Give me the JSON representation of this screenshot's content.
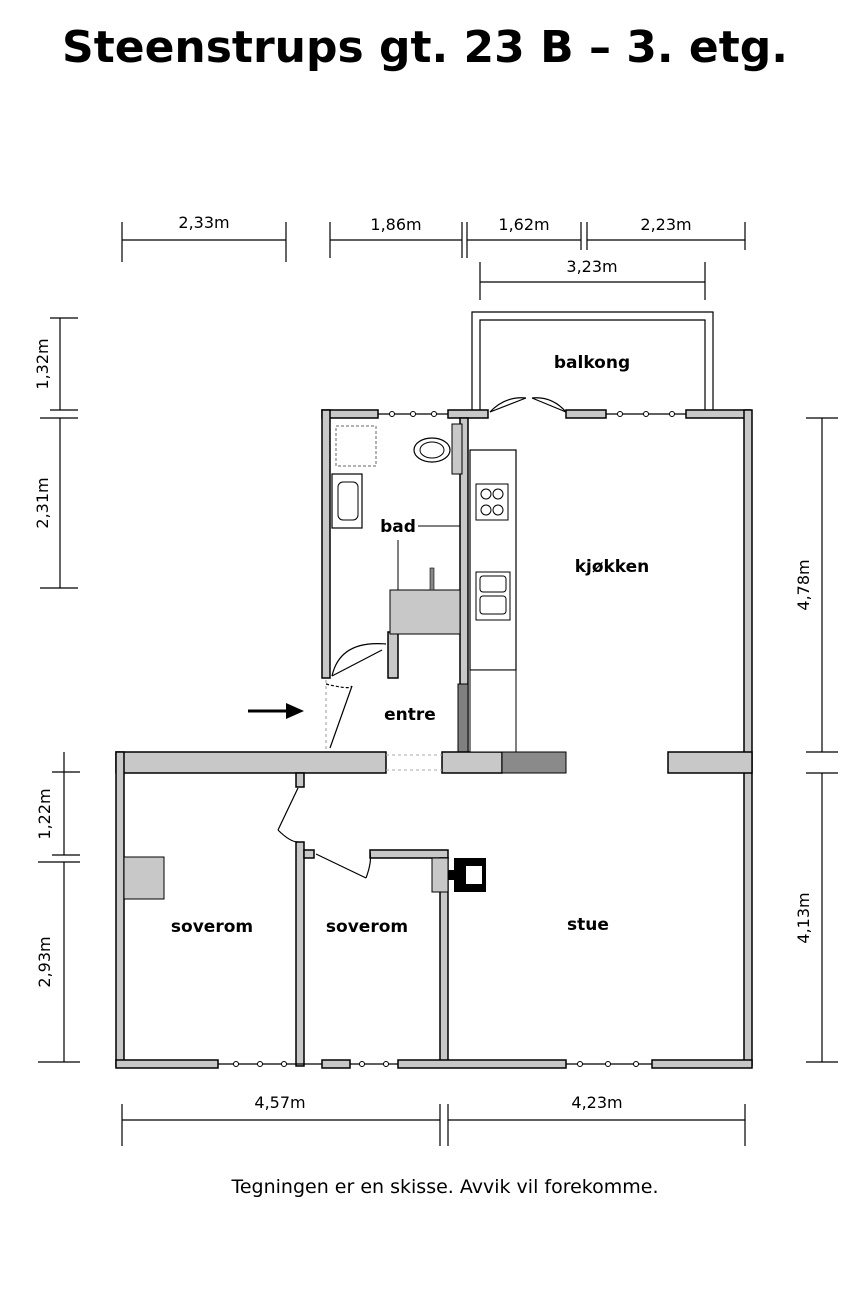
{
  "title": "Steenstrups gt. 23 B – 3. etg.",
  "note": "Tegningen er en skisse. Avvik vil forekomme.",
  "rooms": {
    "balkong": "balkong",
    "bad": "bad",
    "kjokken": "kjøkken",
    "entre": "entre",
    "soverom1": "soverom",
    "soverom2": "soverom",
    "stue": "stue"
  },
  "dimensions": {
    "top_1": "2,33m",
    "top_2": "1,86m",
    "top_3": "1,62m",
    "top_4": "2,23m",
    "top_balcony": "3,23m",
    "left_1": "1,32m",
    "left_2": "2,31m",
    "left_3": "1,22m",
    "left_4": "2,93m",
    "right_1": "4,78m",
    "right_2": "4,13m",
    "bottom_1": "4,57m",
    "bottom_2": "4,23m"
  }
}
